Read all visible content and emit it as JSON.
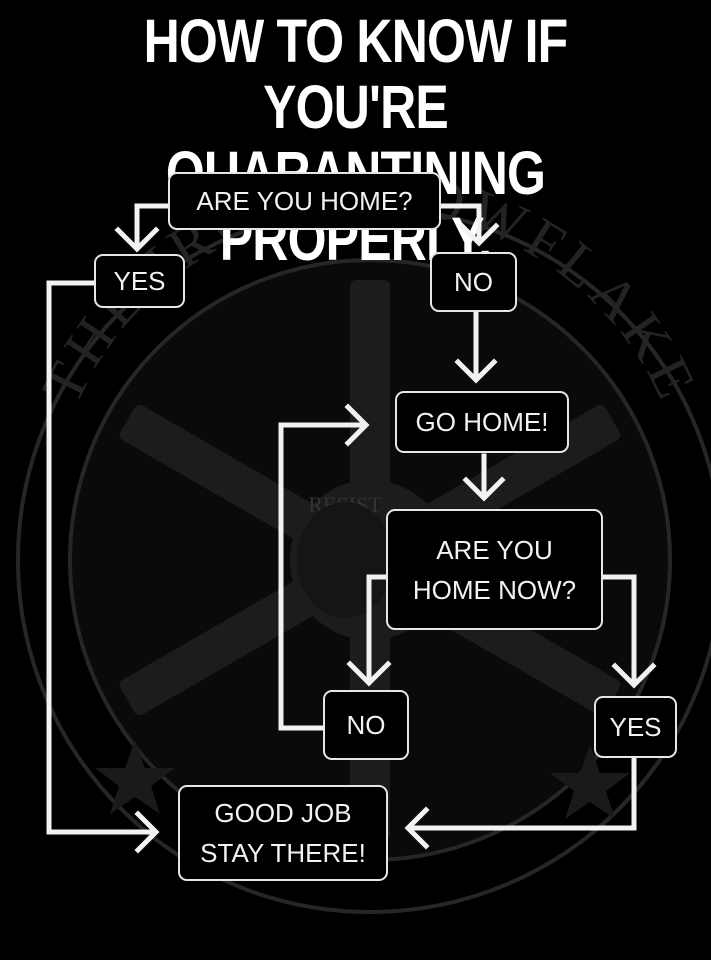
{
  "title": {
    "line1": "HOW TO KNOW IF YOU'RE",
    "line2": "QUARANTINING PROPERLY."
  },
  "watermark": {
    "ring_text": "THE IRON SNOWFLAKE",
    "badge_text": "RESIST"
  },
  "nodes": {
    "are_you_home": "ARE YOU HOME?",
    "yes_1": "YES",
    "no_1": "NO",
    "go_home": "GO HOME!",
    "are_you_home_now": "ARE YOU\nHOME NOW?",
    "no_2": "NO",
    "yes_2": "YES",
    "good_job": "GOOD JOB\nSTAY THERE!"
  },
  "colors": {
    "background": "#000000",
    "foreground": "#f2f2f2",
    "watermark": "#2a2a2a"
  }
}
